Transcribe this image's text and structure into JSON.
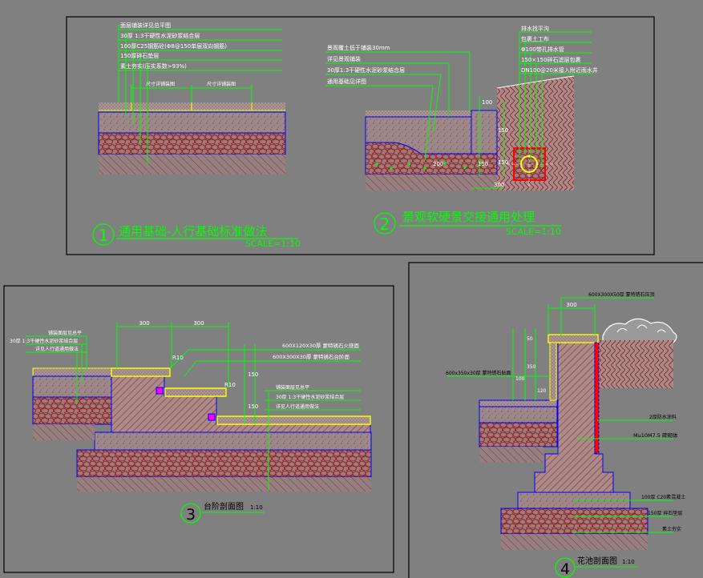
{
  "colors": {
    "background": "#808080",
    "frame": "#000000",
    "annotation": "#00ff00",
    "outline": "#0000ff",
    "hatch_red": "#a03030",
    "highlight": "#ffff00",
    "drain": "#ff0000",
    "dim_text": "#ffffff"
  },
  "detail1": {
    "number": "1",
    "title": "通用基础-人行基础标准做法",
    "scale": "SCALE=1:10",
    "notes": [
      "面层铺装详见总平图",
      "30厚 1:3干硬性水泥砂浆结合层",
      "100厚C25钢筋砼(Φ8@150单层双向钢筋)",
      "150厚碎石垫层",
      "素土夯实(压实系数>93%)"
    ],
    "dims": [
      "尺寸详铺装图",
      "尺寸详铺装图"
    ]
  },
  "detail2": {
    "number": "2",
    "title": "景观软硬景交接通用处理",
    "scale": "SCALE=1:10",
    "notes_left": [
      "景观覆土低于铺装30mm",
      "详见景观铺装",
      "30厚1:3干硬性水泥砂浆结合层",
      "通用基础见详图"
    ],
    "notes_right": [
      "排水找平沟",
      "包裹土工布",
      "Φ100带孔排水管",
      "150×150碎石滤层包裹",
      "DN100@20米接入附近雨水井"
    ],
    "dims": [
      "100",
      "150",
      "150",
      "300",
      "200",
      "150"
    ]
  },
  "detail3": {
    "number": "3",
    "title": "台阶剖面图",
    "scale": "1:10",
    "notes_left": [
      "铺装面层见总平",
      "30厚 1:3干硬性水泥砂浆结合层",
      "详见人行道通用做法"
    ],
    "notes_right": [
      "600X120X30厚 蒙特锈石火烧面",
      "600X300X30厚 蒙特锈石台阶面",
      "铺装面层见总平",
      "30厚 1:3干硬性水泥砂浆结合层",
      "详见人行道通用做法"
    ],
    "dims": [
      "300",
      "300",
      "R10",
      "R10",
      "150",
      "150"
    ]
  },
  "detail4": {
    "number": "4",
    "title": "花池剖面图",
    "scale": "1:10",
    "notes": [
      "600X300X50厚 蒙特锈石压顶",
      "600x350x30厚 蒙特锈石贴面",
      "2厚防水涂料",
      "Mu10M7.5 砖砌体",
      "100厚 C20素混凝土",
      "150厚 碎石垫层",
      "素土夯实"
    ],
    "dims": [
      "300",
      "50",
      "350",
      "100",
      "120"
    ]
  }
}
